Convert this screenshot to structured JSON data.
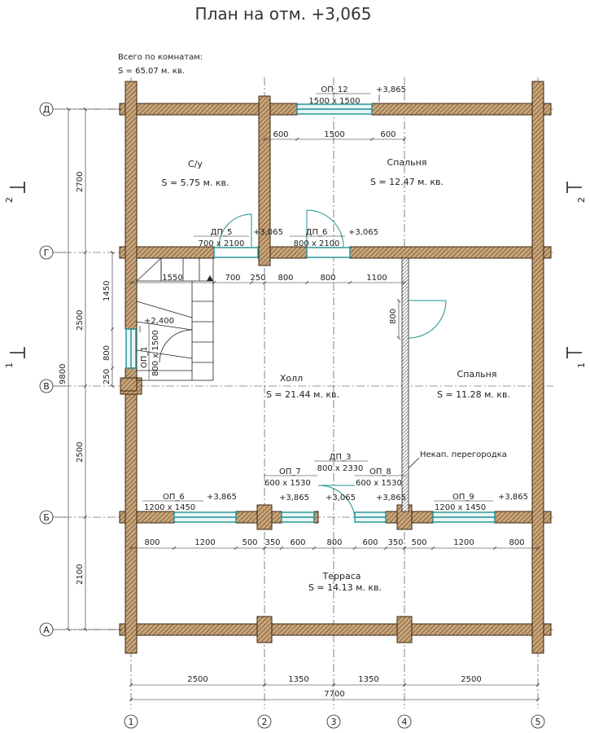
{
  "title": "План на отм. +3,065",
  "total": {
    "label": "Всего по комнатам:",
    "value": "S   =  65.07 м. кв."
  },
  "rooms": {
    "wc": {
      "name": "С/у",
      "area": "S    =  5.75 м. кв."
    },
    "bedroom1": {
      "name": "Спальня",
      "area": "S    =  12.47 м. кв."
    },
    "hall": {
      "name": "Холл",
      "area": "S    =  21.44 м. кв."
    },
    "bedroom2": {
      "name": "Спальня",
      "area": "S    =  11.28 м. кв."
    },
    "terrace": {
      "name": "Терраса",
      "area": "S    =  14.13 м. кв."
    }
  },
  "openings": {
    "op12": {
      "name": "ОП_12",
      "size": "1500 х 1500",
      "level": "+3,865"
    },
    "dp5": {
      "name": "ДП_5",
      "size": "700 х 2100",
      "level": "+3,065"
    },
    "dp6": {
      "name": "ДП_6",
      "size": "800 х 2100",
      "level": "+3,065"
    },
    "op1": {
      "name": "ОП_1",
      "size": "800 х 1500",
      "level": "+2,400"
    },
    "op6": {
      "name": "ОП_6",
      "size": "1200 х 1450",
      "level": "+3,865"
    },
    "op7": {
      "name": "ОП_7",
      "size": "600 х 1530",
      "level": "+3,865"
    },
    "dp3": {
      "name": "ДП_3",
      "size": "800 х 2330",
      "level": "+3,065"
    },
    "op8": {
      "name": "ОП_8",
      "size": "600 х 1530",
      "level": "+3,865"
    },
    "op9": {
      "name": "ОП_9",
      "size": "1200 х 1450",
      "level": "+3,865"
    }
  },
  "partition_label": "Некап. перегородка",
  "dims": {
    "top_row": [
      "600",
      "1500",
      "600"
    ],
    "g_row": [
      "1550",
      "700",
      "250",
      "800",
      "800",
      "1100"
    ],
    "door_hall": "800",
    "b_row": [
      "800",
      "1200",
      "500",
      "350",
      "600",
      "800",
      "600",
      "350",
      "500",
      "1200",
      "800"
    ],
    "bottom1": [
      "2500",
      "1350",
      "1350",
      "2500"
    ],
    "total_width": "7700",
    "left_outer": [
      "2700",
      "2500",
      "2500",
      "2100"
    ],
    "left_total": "9800",
    "left_inner": [
      "1450",
      "800",
      "250"
    ]
  },
  "axes": {
    "rows": [
      "Д",
      "Г",
      "В",
      "Б",
      "А"
    ],
    "cols": [
      "1",
      "2",
      "3",
      "4",
      "5"
    ]
  },
  "section_marks": [
    "1",
    "2"
  ],
  "colors": {
    "wall": "#8b5a2b",
    "window": "#1e8f8f",
    "line": "#222222"
  }
}
